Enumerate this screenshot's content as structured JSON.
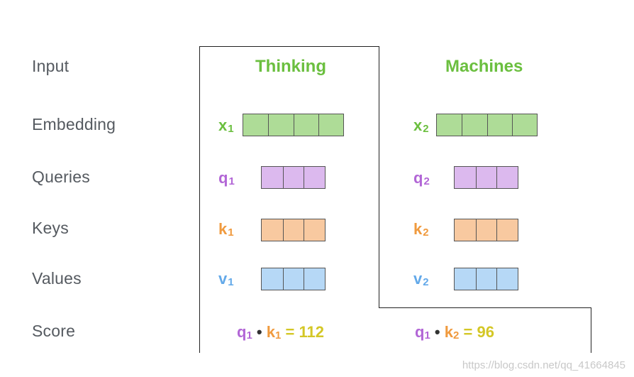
{
  "rows": {
    "input": "Input",
    "embedding": "Embedding",
    "queries": "Queries",
    "keys": "Keys",
    "values": "Values",
    "score": "Score"
  },
  "words": {
    "first": "Thinking",
    "second": "Machines"
  },
  "labels": {
    "x": "x",
    "q": "q",
    "k": "k",
    "v": "v",
    "sub1": "1",
    "sub2": "2",
    "dot": "•",
    "eq": "="
  },
  "scores": {
    "first_value": "112",
    "second_value": "96"
  },
  "colors": {
    "green": "#6bbf3f",
    "purple": "#b266d6",
    "orange": "#f09a3e",
    "blue": "#63a9e9",
    "yellow": "#d4c726",
    "embedding_fill": "#aedc97",
    "query_fill": "#dcb9ee",
    "key_fill": "#f8c9a0",
    "value_fill": "#b6d8f6"
  },
  "watermark": "https://blog.csdn.net/qq_41664845"
}
